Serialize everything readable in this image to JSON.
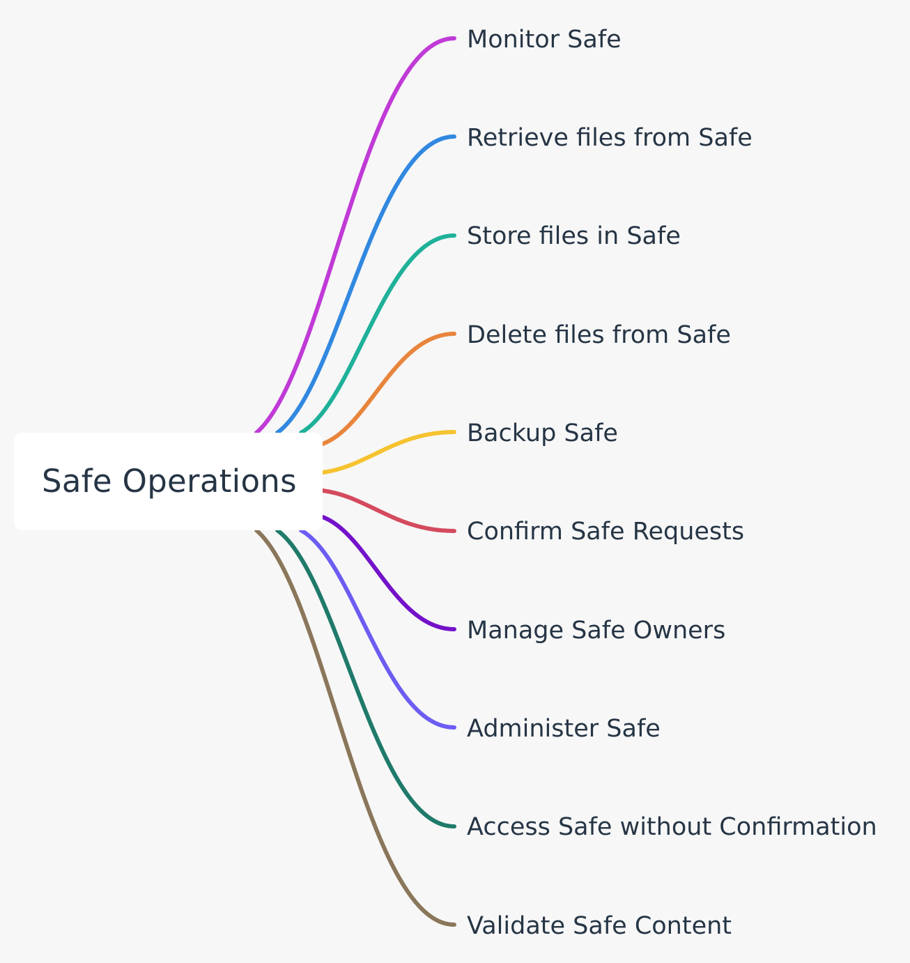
{
  "root": {
    "label": "Safe Operations"
  },
  "branches": [
    {
      "label": "Monitor Safe",
      "color": "#c03ad6"
    },
    {
      "label": "Retrieve files from Safe",
      "color": "#3188e0"
    },
    {
      "label": "Store files in Safe",
      "color": "#1fb09a"
    },
    {
      "label": "Delete files from Safe",
      "color": "#e8853d"
    },
    {
      "label": "Backup Safe",
      "color": "#f5c330"
    },
    {
      "label": "Confirm Safe Requests",
      "color": "#d44a5e"
    },
    {
      "label": "Manage Safe Owners",
      "color": "#7312c9"
    },
    {
      "label": "Administer Safe",
      "color": "#6c5cf2"
    },
    {
      "label": "Access Safe without Confirmation",
      "color": "#1f7a6a"
    },
    {
      "label": "Validate Safe Content",
      "color": "#8a765a"
    }
  ]
}
